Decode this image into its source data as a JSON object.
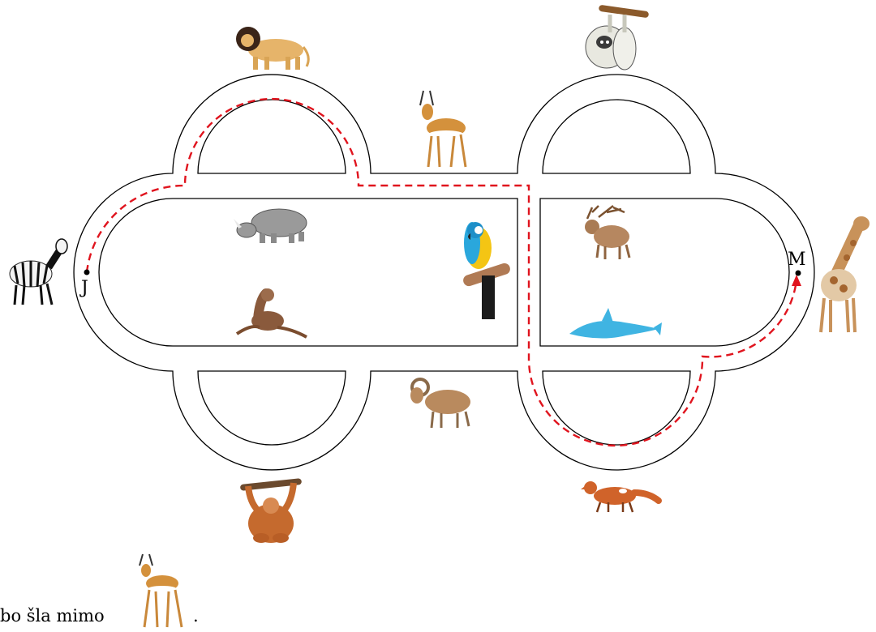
{
  "labels": {
    "start": "J",
    "end": "M"
  },
  "caption": {
    "text": "bo šla mimo",
    "tail": "."
  },
  "colors": {
    "path": "#e0141e",
    "line": "#000000"
  },
  "animals": [
    {
      "name": "lion"
    },
    {
      "name": "sloth"
    },
    {
      "name": "gazelle"
    },
    {
      "name": "zebra"
    },
    {
      "name": "rhino"
    },
    {
      "name": "parrot"
    },
    {
      "name": "elk"
    },
    {
      "name": "giraffe"
    },
    {
      "name": "seal"
    },
    {
      "name": "dolphin"
    },
    {
      "name": "ram"
    },
    {
      "name": "orangutan"
    },
    {
      "name": "fox"
    }
  ]
}
